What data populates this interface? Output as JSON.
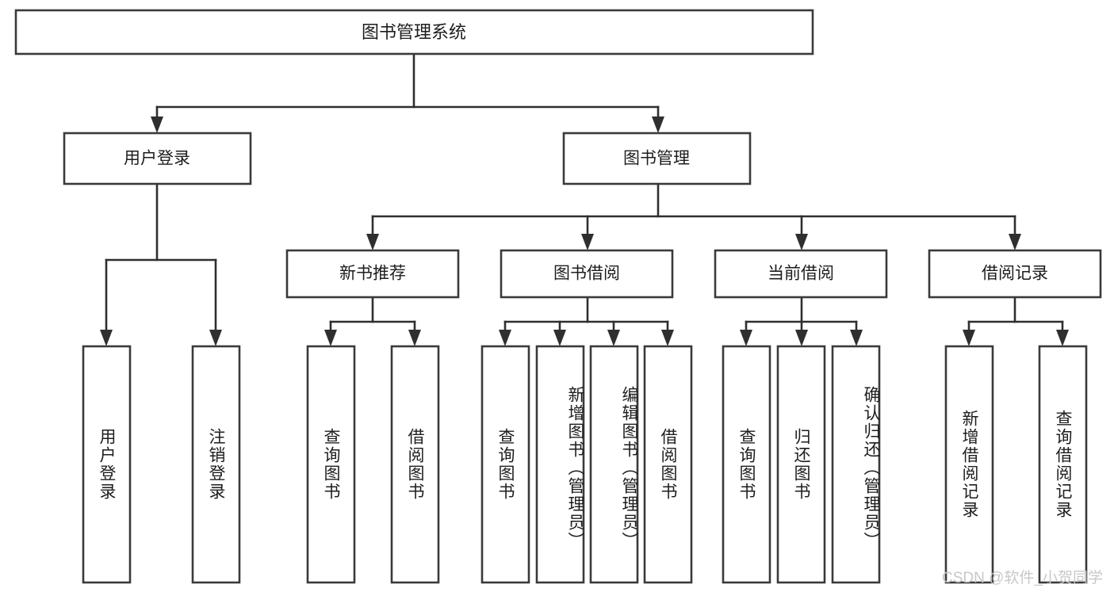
{
  "diagram": {
    "title": "图书管理系统",
    "type": "hierarchy-tree",
    "root": {
      "id": "root",
      "label": "图书管理系统",
      "orientation": "horizontal"
    },
    "level2": [
      {
        "id": "user-login",
        "label": "用户登录",
        "orientation": "horizontal"
      },
      {
        "id": "book-management",
        "label": "图书管理",
        "orientation": "horizontal"
      }
    ],
    "level3": [
      {
        "id": "new-book-recommend",
        "label": "新书推荐",
        "orientation": "horizontal",
        "parent": "book-management"
      },
      {
        "id": "book-borrow",
        "label": "图书借阅",
        "orientation": "horizontal",
        "parent": "book-management"
      },
      {
        "id": "current-borrow",
        "label": "当前借阅",
        "orientation": "horizontal",
        "parent": "book-management"
      },
      {
        "id": "borrow-record",
        "label": "借阅记录",
        "orientation": "horizontal",
        "parent": "book-management"
      }
    ],
    "leaves": [
      {
        "id": "leaf-user-login",
        "label": "用户登录",
        "orientation": "vertical",
        "parent": "user-login"
      },
      {
        "id": "leaf-logout-login",
        "label": "注销登录",
        "orientation": "vertical",
        "parent": "user-login"
      },
      {
        "id": "leaf-query-book-1",
        "label": "查询图书",
        "orientation": "vertical",
        "parent": "new-book-recommend"
      },
      {
        "id": "leaf-borrow-book-1",
        "label": "借阅图书",
        "orientation": "vertical",
        "parent": "new-book-recommend"
      },
      {
        "id": "leaf-query-book-2",
        "label": "查询图书",
        "orientation": "vertical",
        "parent": "book-borrow"
      },
      {
        "id": "leaf-add-book",
        "label": "新增图书（管理员）",
        "orientation": "vertical",
        "parent": "book-borrow"
      },
      {
        "id": "leaf-edit-book",
        "label": "编辑图书（管理员）",
        "orientation": "vertical",
        "parent": "book-borrow"
      },
      {
        "id": "leaf-borrow-book-2",
        "label": "借阅图书",
        "orientation": "vertical",
        "parent": "book-borrow"
      },
      {
        "id": "leaf-query-book-3",
        "label": "查询图书",
        "orientation": "vertical",
        "parent": "current-borrow"
      },
      {
        "id": "leaf-return-book",
        "label": "归还图书",
        "orientation": "vertical",
        "parent": "current-borrow"
      },
      {
        "id": "leaf-confirm-return",
        "label": "确认归还（管理员）",
        "orientation": "vertical",
        "parent": "current-borrow"
      },
      {
        "id": "leaf-add-record",
        "label": "新增借阅记录",
        "orientation": "vertical",
        "parent": "borrow-record"
      },
      {
        "id": "leaf-query-record",
        "label": "查询借阅记录",
        "orientation": "vertical",
        "parent": "borrow-record"
      }
    ]
  },
  "watermark": {
    "text": "CSDN @软件_小贺同学"
  },
  "colors": {
    "box_stroke": "#3a3a3a",
    "box_fill": "#ffffff",
    "connector": "#2f2f2f",
    "text": "#1d1d1d",
    "watermark": "#c8c8c8",
    "background": "#ffffff"
  }
}
